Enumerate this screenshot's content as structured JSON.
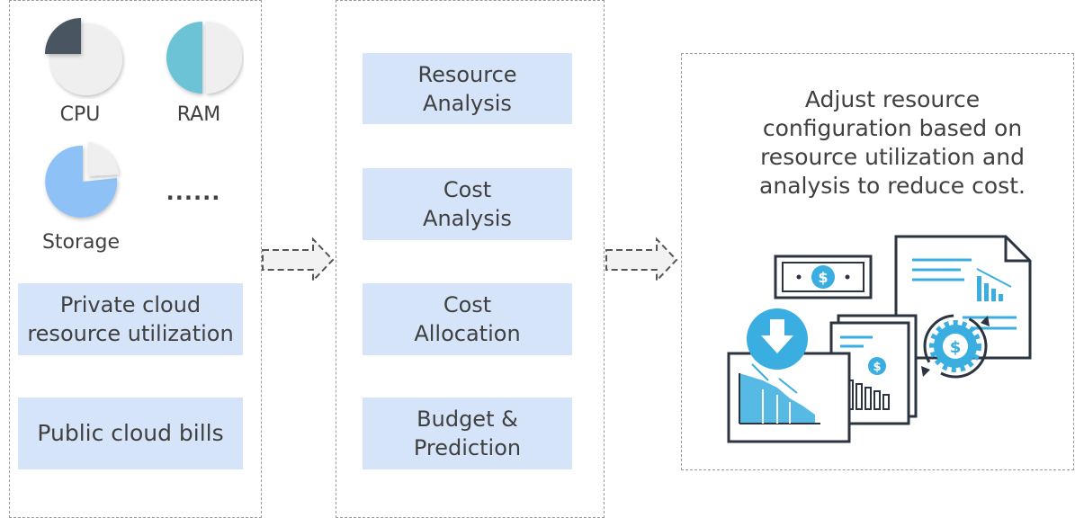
{
  "metrics": {
    "cpu": "CPU",
    "ram": "RAM",
    "storage": "Storage",
    "more": "......"
  },
  "left_boxes": {
    "private": "Private cloud\nresource utilization",
    "public": "Public cloud bills"
  },
  "middle_boxes": {
    "resource_analysis": "Resource\nAnalysis",
    "cost_analysis": "Cost\nAnalysis",
    "cost_allocation": "Cost\nAllocation",
    "budget_prediction": "Budget &\nPrediction"
  },
  "result": {
    "text": "Adjust resource configuration based on resource utilization and analysis to reduce cost."
  },
  "colors": {
    "box_fill": "#d6e4fa",
    "cpu_slice": "#4a5461",
    "ram_slice": "#6cc3d6",
    "storage_slice": "#8ec1f5",
    "accent": "#3aaee0",
    "ink": "#2b3440"
  },
  "icons": [
    "pie-chart-icon",
    "dashed-arrow-icon",
    "money-bill-icon",
    "down-arrow-icon",
    "report-document-icon",
    "dollar-gear-icon"
  ]
}
